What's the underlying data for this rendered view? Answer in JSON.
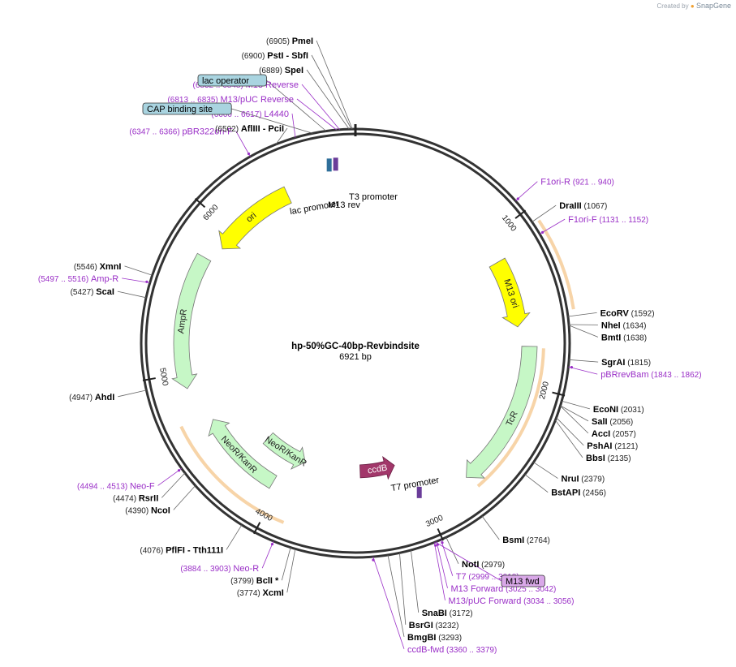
{
  "credit": {
    "prefix": "Created by",
    "brand": "SnapGene"
  },
  "plasmid": {
    "name": "hp-50%GC-40bp-Revbindsite",
    "length_label": "6921 bp",
    "length": 6921
  },
  "ticks": [
    {
      "pos": 1000,
      "label": "1000"
    },
    {
      "pos": 2000,
      "label": "2000"
    },
    {
      "pos": 3000,
      "label": "3000"
    },
    {
      "pos": 4000,
      "label": "4000"
    },
    {
      "pos": 5000,
      "label": "5000"
    },
    {
      "pos": 6000,
      "label": "6000"
    }
  ],
  "sites": [
    {
      "pos": 6905,
      "name": "PmeI",
      "num": "(6905)"
    },
    {
      "pos": 6900,
      "name": "PstI",
      "extra": "SbfI",
      "num": "(6900)"
    },
    {
      "pos": 6889,
      "name": "SpeI",
      "num": "(6889)"
    },
    {
      "pos": 6502,
      "name": "AflIII",
      "extra": "PciI",
      "num": "(6502)"
    },
    {
      "pos": 1067,
      "name": "DraIII",
      "num": "(1067)"
    },
    {
      "pos": 1592,
      "name": "EcoRV",
      "num": "(1592)"
    },
    {
      "pos": 1634,
      "name": "NheI",
      "num": "(1634)"
    },
    {
      "pos": 1638,
      "name": "BmtI",
      "num": "(1638)"
    },
    {
      "pos": 1815,
      "name": "SgrAI",
      "num": "(1815)"
    },
    {
      "pos": 2031,
      "name": "EcoNI",
      "num": "(2031)"
    },
    {
      "pos": 2056,
      "name": "SalI",
      "num": "(2056)"
    },
    {
      "pos": 2057,
      "name": "AccI",
      "num": "(2057)"
    },
    {
      "pos": 2121,
      "name": "PshAI",
      "num": "(2121)"
    },
    {
      "pos": 2135,
      "name": "BbsI",
      "num": "(2135)"
    },
    {
      "pos": 2379,
      "name": "NruI",
      "num": "(2379)"
    },
    {
      "pos": 2456,
      "name": "BstAPI",
      "num": "(2456)"
    },
    {
      "pos": 2764,
      "name": "BsmI",
      "num": "(2764)"
    },
    {
      "pos": 2979,
      "name": "NotI",
      "num": "(2979)"
    },
    {
      "pos": 3172,
      "name": "SnaBI",
      "num": "(3172)"
    },
    {
      "pos": 3232,
      "name": "BsrGI",
      "num": "(3232)"
    },
    {
      "pos": 3293,
      "name": "BmgBI",
      "num": "(3293)"
    },
    {
      "pos": 3774,
      "name": "XcmI",
      "num": "(3774)"
    },
    {
      "pos": 3799,
      "name": "BclI *",
      "num": "(3799)"
    },
    {
      "pos": 4076,
      "name": "PflFI",
      "extra": "Tth111I",
      "num": "(4076)"
    },
    {
      "pos": 4390,
      "name": "NcoI",
      "num": "(4390)"
    },
    {
      "pos": 4474,
      "name": "RsrII",
      "num": "(4474)"
    },
    {
      "pos": 4947,
      "name": "AhdI",
      "num": "(4947)"
    },
    {
      "pos": 5427,
      "name": "ScaI",
      "num": "(5427)"
    },
    {
      "pos": 5546,
      "name": "XmnI",
      "num": "(5546)"
    }
  ],
  "primers": [
    {
      "pos": 6840,
      "name": "M13 Reverse",
      "range": "(6832 .. 6848)"
    },
    {
      "pos": 6824,
      "name": "M13/pUC Reverse",
      "range": "(6813 .. 6835)"
    },
    {
      "pos": 6608,
      "name": "L4440",
      "range": "(6600 .. 6617)"
    },
    {
      "pos": 6356,
      "name": "pBR322ori-F",
      "range": "(6347 .. 6366)"
    },
    {
      "pos": 930,
      "name": "F1ori-R",
      "range": "(921 .. 940)"
    },
    {
      "pos": 1141,
      "name": "F1ori-F",
      "range": "(1131 .. 1152)"
    },
    {
      "pos": 1852,
      "name": "pBRrevBam",
      "range": "(1843 .. 1862)"
    },
    {
      "pos": 3008,
      "name": "T7",
      "range": "(2999 .. 3018)"
    },
    {
      "pos": 3033,
      "name": "M13 Forward",
      "range": "(3025 .. 3042)"
    },
    {
      "pos": 3045,
      "name": "M13/pUC Forward",
      "range": "(3034 .. 3056)"
    },
    {
      "pos": 3370,
      "name": "ccdB-fwd",
      "range": "(3360 .. 3379)"
    },
    {
      "pos": 3893,
      "name": "Neo-R",
      "range": "(3884 .. 3903)"
    },
    {
      "pos": 4503,
      "name": "Neo-F",
      "range": "(4494 .. 4513)"
    },
    {
      "pos": 5506,
      "name": "Amp-R",
      "range": "(5497 .. 5516)"
    }
  ],
  "boxed_features": [
    {
      "name": "lac operator",
      "pos": 6770
    },
    {
      "name": "CAP binding site",
      "pos": 6700
    },
    {
      "name": "M13 fwd",
      "pos": 3040
    }
  ],
  "features": [
    {
      "name": "M13 ori",
      "start": 1160,
      "end": 1620,
      "dir": 1,
      "color": "#ffff00"
    },
    {
      "name": "ori",
      "start": 5870,
      "end": 6450,
      "dir": -1,
      "color": "#ffff00"
    },
    {
      "name": "TcR",
      "start": 1750,
      "end": 2700,
      "dir": 1,
      "color": "#c6f7c6"
    },
    {
      "name": "AmpR",
      "start": 4900,
      "end": 5760,
      "dir": -1,
      "color": "#c6f7c6"
    },
    {
      "name": "NeoR/KanR",
      "start": 4050,
      "end": 4650,
      "dir": 1,
      "color": "#c6f7c6"
    },
    {
      "name": "NeoR/KanR",
      "start": 3900,
      "end": 4280,
      "dir": -1,
      "color": "#c6f7c6"
    },
    {
      "name": "ccdB",
      "start": 3120,
      "end": 3420,
      "dir": -1,
      "color": "#a2376a"
    }
  ],
  "small_labels": [
    {
      "text": "lac promoter"
    },
    {
      "text": "T3 promoter"
    },
    {
      "text": "M13 rev"
    },
    {
      "text": "T7 promoter"
    }
  ]
}
